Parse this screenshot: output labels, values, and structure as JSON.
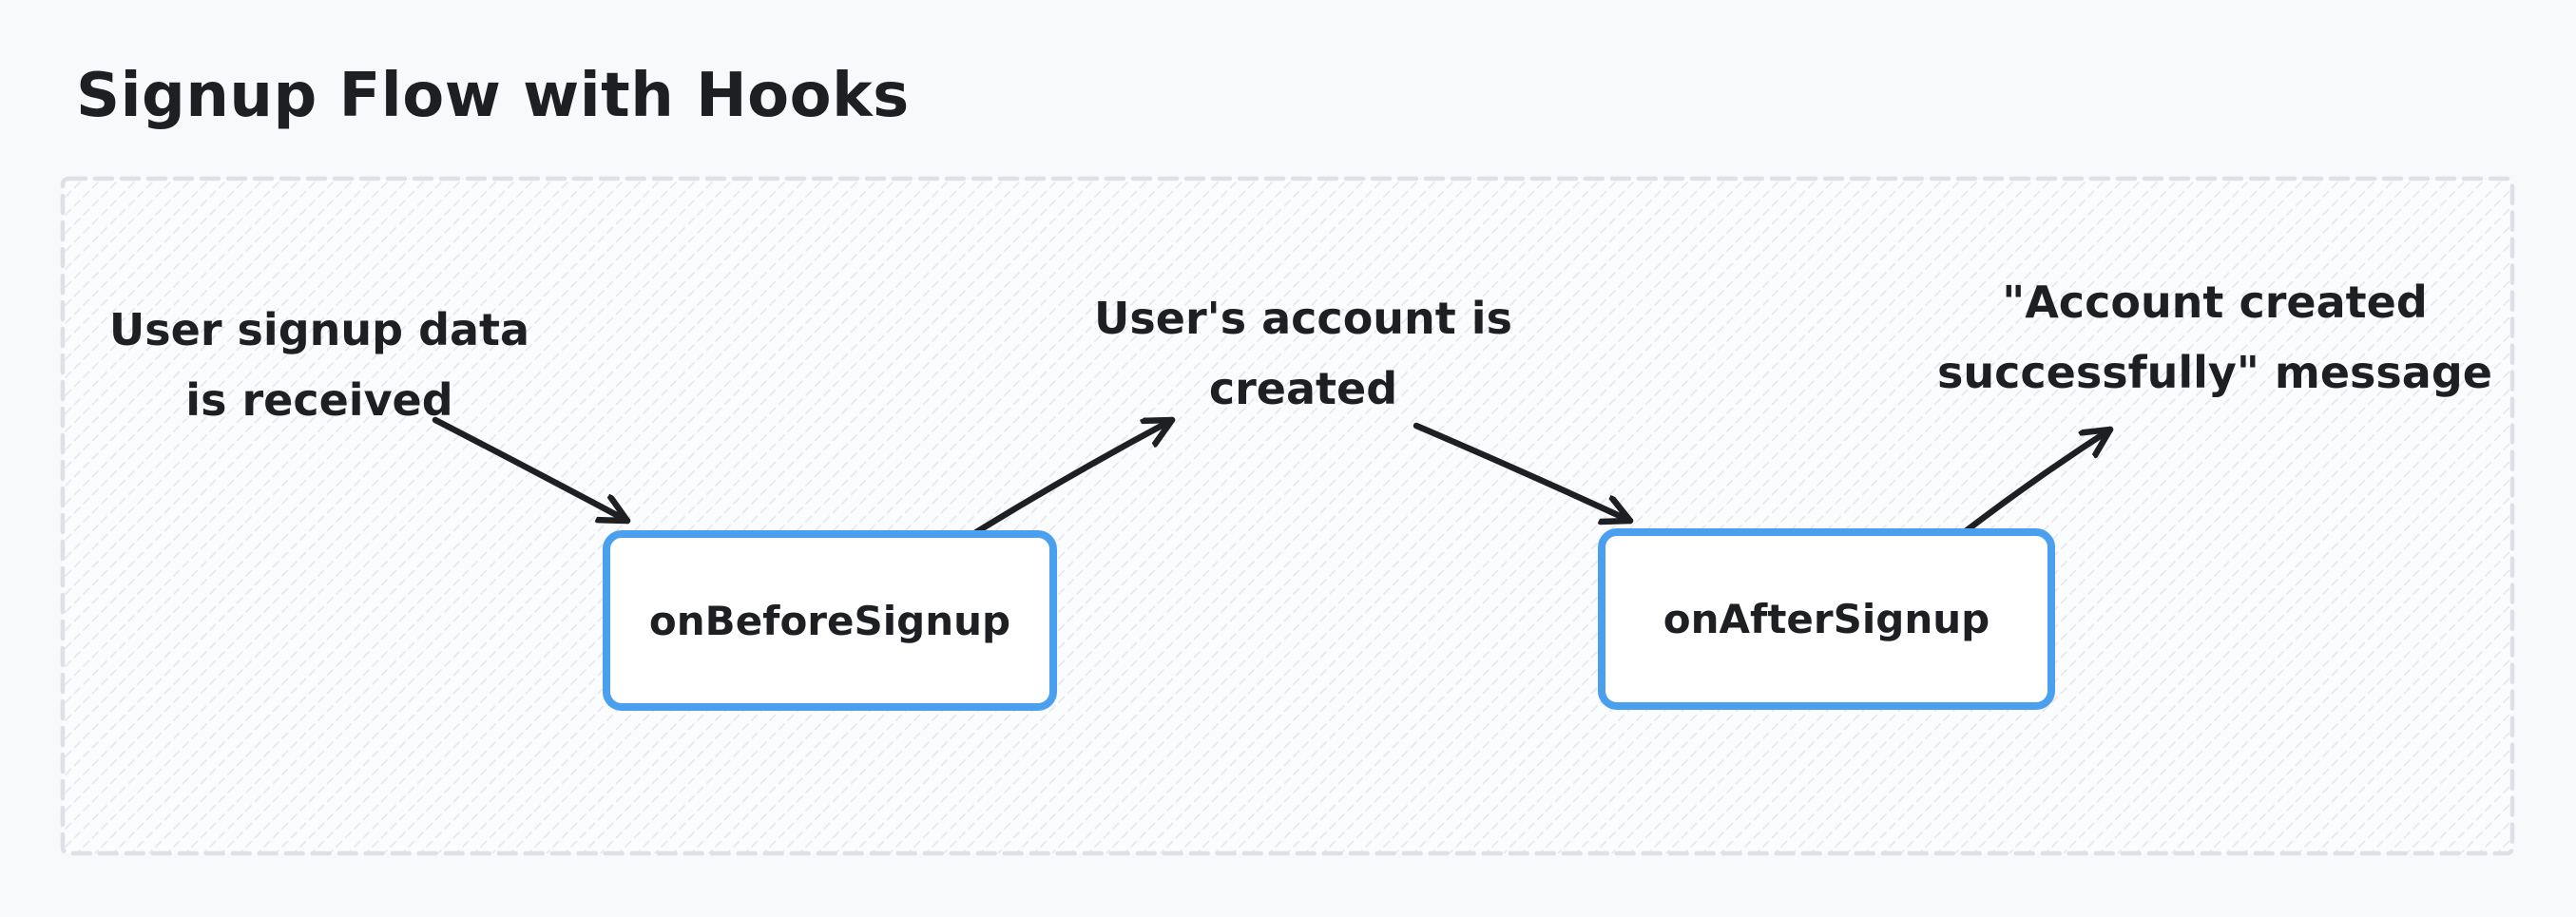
{
  "title": "Signup Flow with Hooks",
  "colors": {
    "background": "#f8f9fb",
    "frame_border": "#dde0e5",
    "frame_fill": "#fbfcfe",
    "hatch": "#e6e8ed",
    "node_border": "#4aa0ef",
    "node_fill": "#ffffff",
    "ink": "#1e1f23"
  },
  "nodes": [
    {
      "id": "on-before-signup",
      "label": "onBeforeSignup"
    },
    {
      "id": "on-after-signup",
      "label": "onAfterSignup"
    }
  ],
  "annotations": [
    {
      "id": "signup-data-received",
      "text": "User signup data\nis received"
    },
    {
      "id": "account-created",
      "text": "User's account is\ncreated"
    },
    {
      "id": "success-message",
      "text": "\"Account created\nsuccessfully\" message"
    }
  ],
  "arrows": [
    {
      "id": "arrow-1",
      "from": "signup-data-received",
      "to": "on-before-signup"
    },
    {
      "id": "arrow-2",
      "from": "on-before-signup",
      "to": "account-created"
    },
    {
      "id": "arrow-3",
      "from": "account-created",
      "to": "on-after-signup"
    },
    {
      "id": "arrow-4",
      "from": "on-after-signup",
      "to": "success-message"
    }
  ]
}
